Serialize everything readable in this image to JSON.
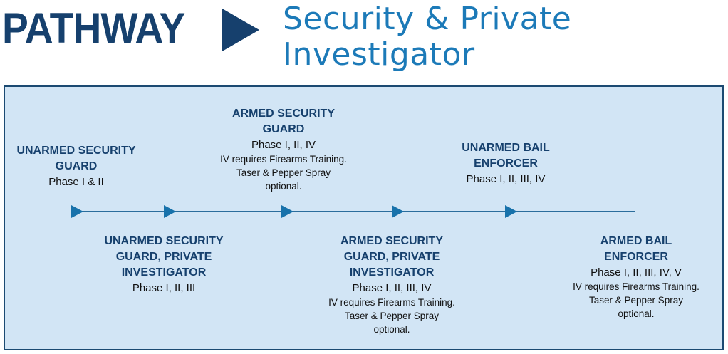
{
  "header": {
    "brand": "PATHWAY",
    "title_line1": "Security & Private",
    "title_line2": "Investigator"
  },
  "colors": {
    "navy": "#16406d",
    "title_blue": "#1c7ab8",
    "panel_bg": "#d2e5f5",
    "panel_border": "#1b4a72",
    "marker": "#1872ab"
  },
  "nodes": {
    "unarmed_guard": {
      "title": [
        "UNARMED SECURITY",
        "GUARD"
      ],
      "phase": "Phase I & II"
    },
    "armed_guard": {
      "title": [
        "ARMED SECURITY",
        "GUARD"
      ],
      "phase": "Phase I, II, IV",
      "notes": [
        "IV requires Firearms Training.",
        "Taser & Pepper Spray",
        "optional."
      ]
    },
    "unarmed_bail": {
      "title": [
        "UNARMED BAIL",
        "ENFORCER"
      ],
      "phase": "Phase I, II, III, IV"
    },
    "unarmed_guard_pi": {
      "title": [
        "UNARMED SECURITY",
        "GUARD, PRIVATE",
        "INVESTIGATOR"
      ],
      "phase": "Phase I, II, III"
    },
    "armed_guard_pi": {
      "title": [
        "ARMED SECURITY",
        "GUARD, PRIVATE",
        "INVESTIGATOR"
      ],
      "phase": "Phase I, II, III, IV",
      "notes": [
        "IV requires Firearms Training.",
        "Taser & Pepper Spray",
        "optional."
      ]
    },
    "armed_bail": {
      "title": [
        "ARMED BAIL",
        "ENFORCER"
      ],
      "phase": "Phase I, II, III, IV, V",
      "notes": [
        "IV requires Firearms Training.",
        "Taser & Pepper Spray",
        "optional."
      ]
    }
  }
}
